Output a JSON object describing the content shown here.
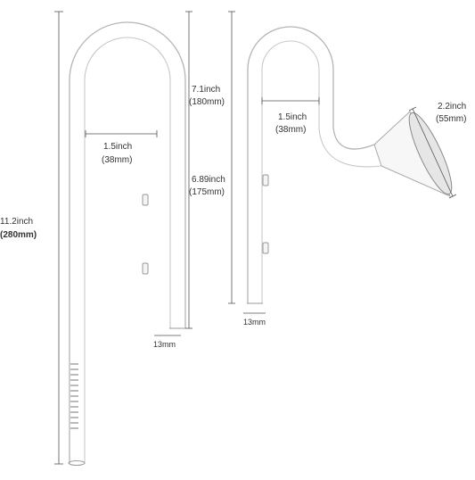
{
  "colors": {
    "background": "#ffffff",
    "glass_edge": "#b0b0b0",
    "glass_fill": "#fafafa",
    "dimension_line": "#555555",
    "text": "#333333"
  },
  "inflow_pipe": {
    "total_height": {
      "inch": "11.2inch",
      "mm": "(280mm)"
    },
    "upper_height": {
      "inch": "7.1inch",
      "mm": "(180mm)"
    },
    "lower_height": {
      "inch": "6.89inch",
      "mm": "(175mm)"
    },
    "width": {
      "inch": "1.5inch",
      "mm": "(38mm)"
    },
    "diameter": "13mm"
  },
  "lily_pipe": {
    "width": {
      "inch": "1.5inch",
      "mm": "(38mm)"
    },
    "mouth": {
      "inch": "2.2inch",
      "mm": "(55mm)"
    },
    "diameter": "13mm"
  }
}
